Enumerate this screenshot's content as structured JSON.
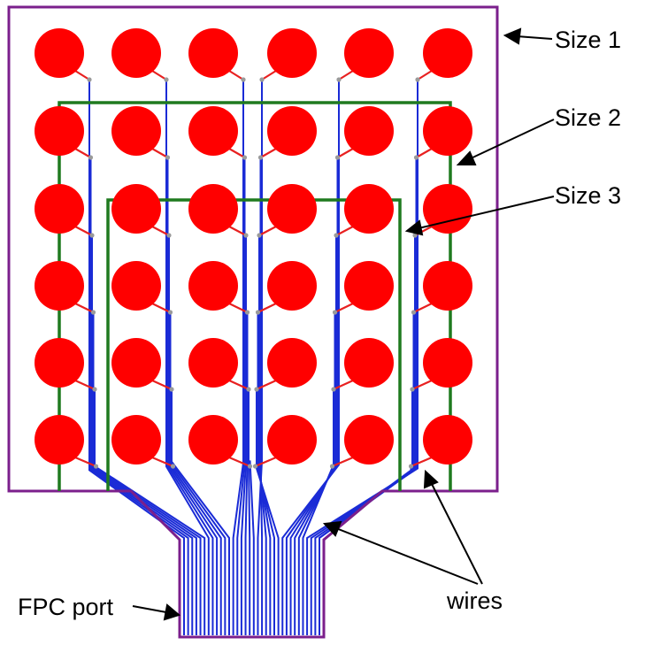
{
  "labels": {
    "size1": "Size 1",
    "size2": "Size 2",
    "size3": "Size 3",
    "fpc_port": "FPC port",
    "wires": "wires"
  },
  "colors": {
    "outline": "#7b1f8c",
    "electrode": "#ff0000",
    "wire": "#1a2bd6",
    "size_boxes": "#1f7a1f",
    "stub": "#e82020",
    "via": "#9a9a9a"
  },
  "electrode_grid": {
    "rows": 6,
    "cols": 6
  }
}
